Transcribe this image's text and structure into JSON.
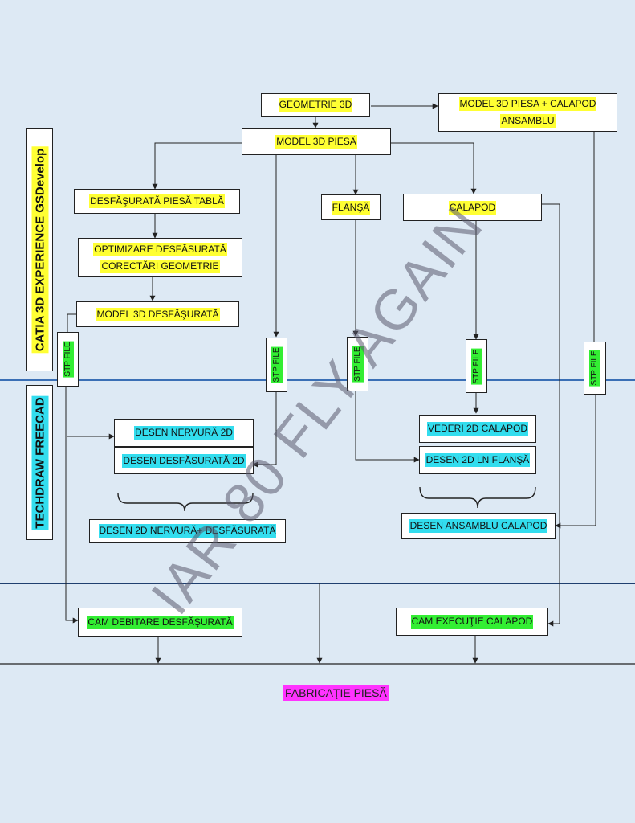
{
  "sidebar": {
    "top_label": "CATIA 3D EXPERIENCE GSDevelop",
    "bottom_label": "TECHDRAW  FREECAD"
  },
  "nodes": {
    "geometrie_3d": "GEOMETRIE 3D",
    "model_ansamblu_line1": "MODEL 3D PIESA + CALAPOD",
    "model_ansamblu_line2": "ANSAMBLU",
    "model_3d_piesa": "MODEL 3D PIESĂ",
    "desfasurata_piesa_tabla": "DESFĂŞURATĂ PIESĂ TABLĂ",
    "flansa": "FLANŞĂ",
    "calapod": "CALAPOD",
    "optimizare_line1": "OPTIMIZARE DESFĂSURATĂ",
    "optimizare_line2": "CORECTĂRI GEOMETRIE",
    "model_3d_desfasurata": "MODEL 3D DESFĂŞURATĂ",
    "desen_nervura_2d": "DESEN NERVURĂ  2D",
    "desen_desfasurata_2d": "DESEN DESFĂSURATĂ 2D",
    "desen_2d_nervura_desfasurata": "DESEN 2D NERVURĂ+ DESFĂSURATĂ",
    "vederi_2d_calapod": "VEDERI 2D CALAPOD",
    "desen_2d_ln_flansa": "DESEN 2D LN FLANŞĂ",
    "desen_ansamblu_calapod": "DESEN ANSAMBLU CALAPOD",
    "cam_debitare_desfasurata": "CAM DEBITARE DESFĂŞURATĂ",
    "cam_executie_calapod": "CAM EXECUŢIE CALAPOD",
    "fabricatie_piesa": "FABRICAŢIE PIESĂ"
  },
  "stp_label": "STP FILE",
  "watermark": "IAR 80 FLY AGAIN",
  "colors": {
    "background": "#dde9f4",
    "catia_highlight": "#ffff33",
    "techdraw_highlight": "#33ddee",
    "cam_highlight": "#33ee33",
    "fabricatie_highlight": "#ff33ff",
    "divider_line": "#3a6fb5"
  }
}
